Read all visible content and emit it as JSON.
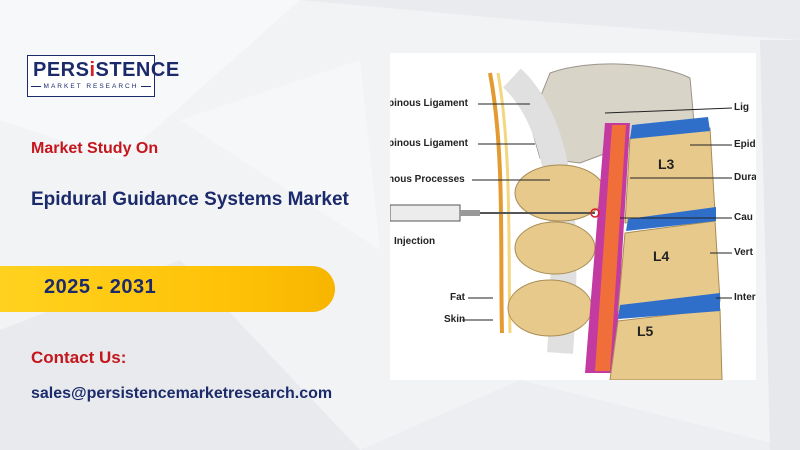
{
  "logo": {
    "word_part1": "PERS",
    "word_part2": "i",
    "word_part3": "STENCE",
    "subtitle": "MARKET RESEARCH"
  },
  "study_label": "Market Study On",
  "title": "Epidural Guidance Systems Market",
  "years": "2025 - 2031",
  "contact_label": "Contact Us:",
  "email": "sales@persistencemarketresearch.com",
  "figure": {
    "left_labels": [
      "pinous Ligament",
      "pinous Ligament",
      "nous Processes",
      "Injection",
      "Fat",
      "Skin"
    ],
    "right_labels": [
      "Lig",
      "Epid",
      "Dura",
      "Cau",
      "Vert",
      "Inter"
    ],
    "vertebrae": [
      "L3",
      "L4",
      "L5"
    ]
  },
  "colors": {
    "brand_navy": "#1b2a6b",
    "brand_red": "#c4161c",
    "year_band": "#ffc107"
  }
}
